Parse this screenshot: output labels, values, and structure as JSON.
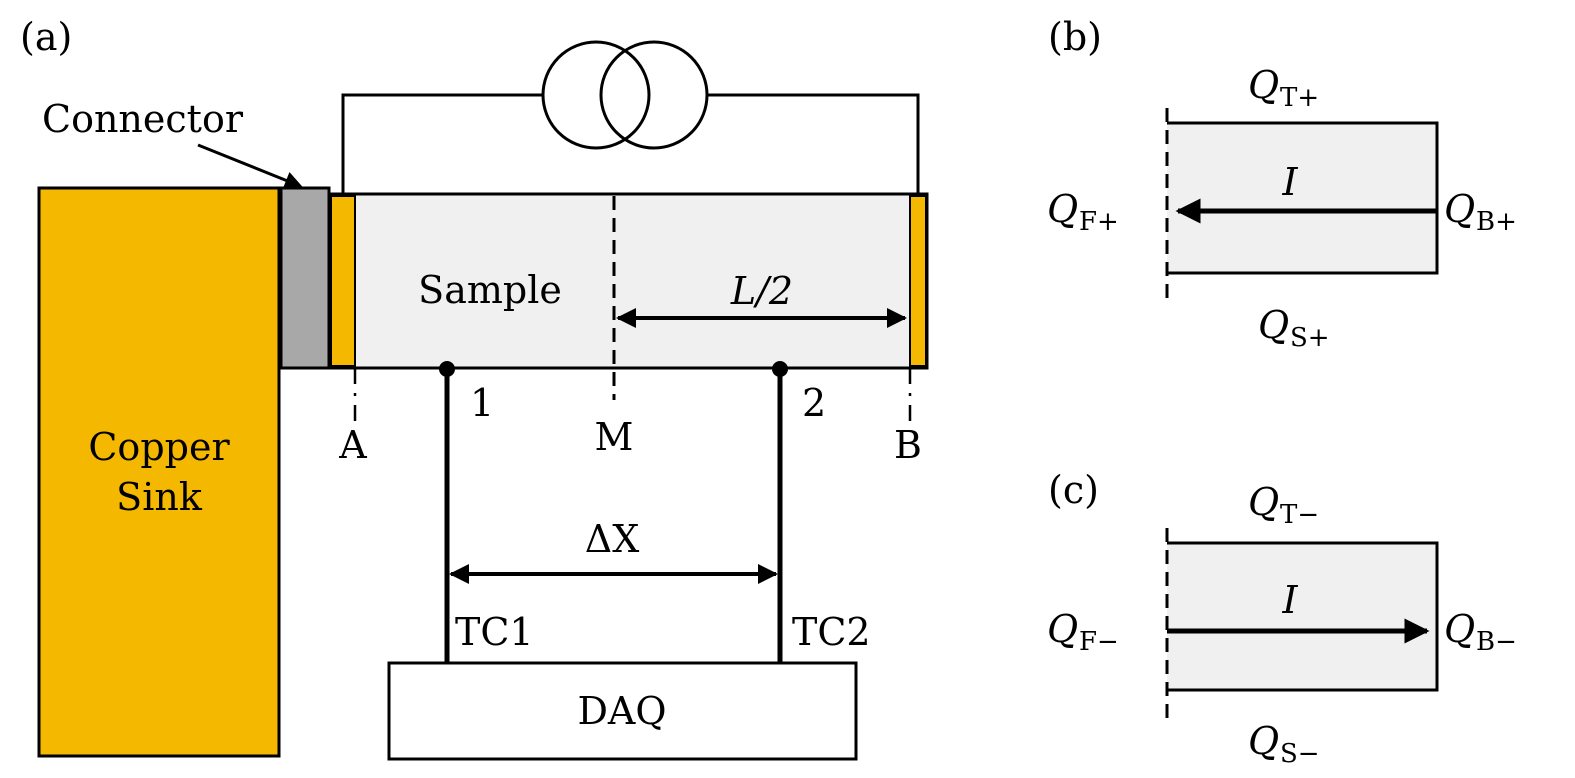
{
  "colors": {
    "copper": "#F5B800",
    "connector": "#A8A8A8",
    "sample": "#F0F0F0",
    "line": "#000000"
  },
  "panel_a": {
    "label": "(a)",
    "connector_label": "Connector",
    "copper_sink_label_line1": "Copper",
    "copper_sink_label_line2": "Sink",
    "sample_label": "Sample",
    "half_length_label": "L/2",
    "point_A": "A",
    "point_M": "M",
    "point_B": "B",
    "tc_point_1": "1",
    "tc_point_2": "2",
    "delta_x_label": "ΔX",
    "tc1_label": "TC1",
    "tc2_label": "TC2",
    "daq_label": "DAQ",
    "current_source_icon": "current-source-symbol"
  },
  "panel_b": {
    "label": "(b)",
    "top": {
      "q": "Q",
      "sub": "T+"
    },
    "bottom": {
      "q": "Q",
      "sub": "S+"
    },
    "left": {
      "q": "Q",
      "sub": "F+"
    },
    "right": {
      "q": "Q",
      "sub": "B+"
    },
    "current_label": "I",
    "current_direction": "left"
  },
  "panel_c": {
    "label": "(c)",
    "top": {
      "q": "Q",
      "sub": "T−"
    },
    "bottom": {
      "q": "Q",
      "sub": "S−"
    },
    "left": {
      "q": "Q",
      "sub": "F−"
    },
    "right": {
      "q": "Q",
      "sub": "B−"
    },
    "current_label": "I",
    "current_direction": "right"
  }
}
